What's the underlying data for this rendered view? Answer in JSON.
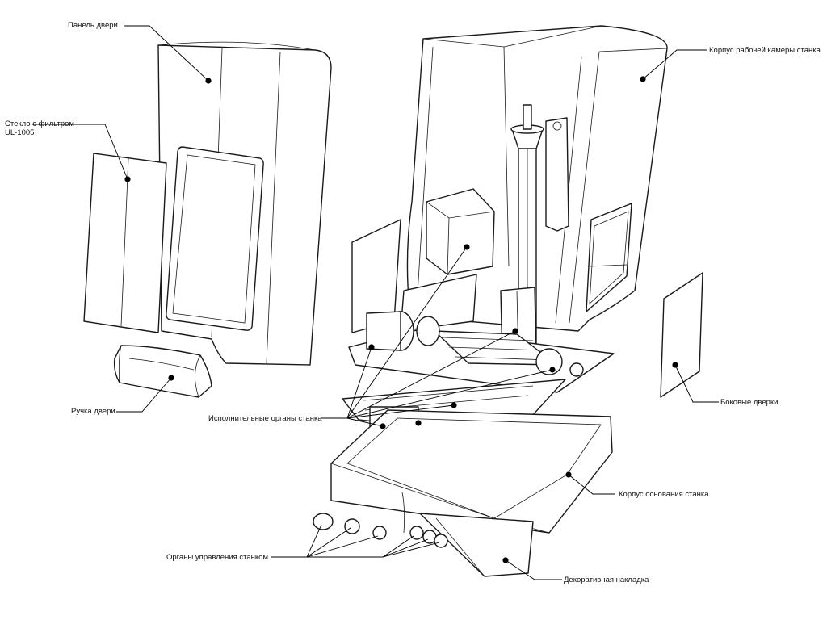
{
  "labels": {
    "door_panel": "Панель двери",
    "glass_filter": "Стекло с фильтром\nUL-1005",
    "door_handle": "Ручка двери",
    "work_chamber_body": "Корпус рабочей камеры станка",
    "side_doors": "Боковые дверки",
    "actuators": "Исполнительные органы станка",
    "base_body": "Корпус основания станка",
    "controls": "Органы управления станком",
    "decorative_trim": "Декоративная накладка"
  }
}
